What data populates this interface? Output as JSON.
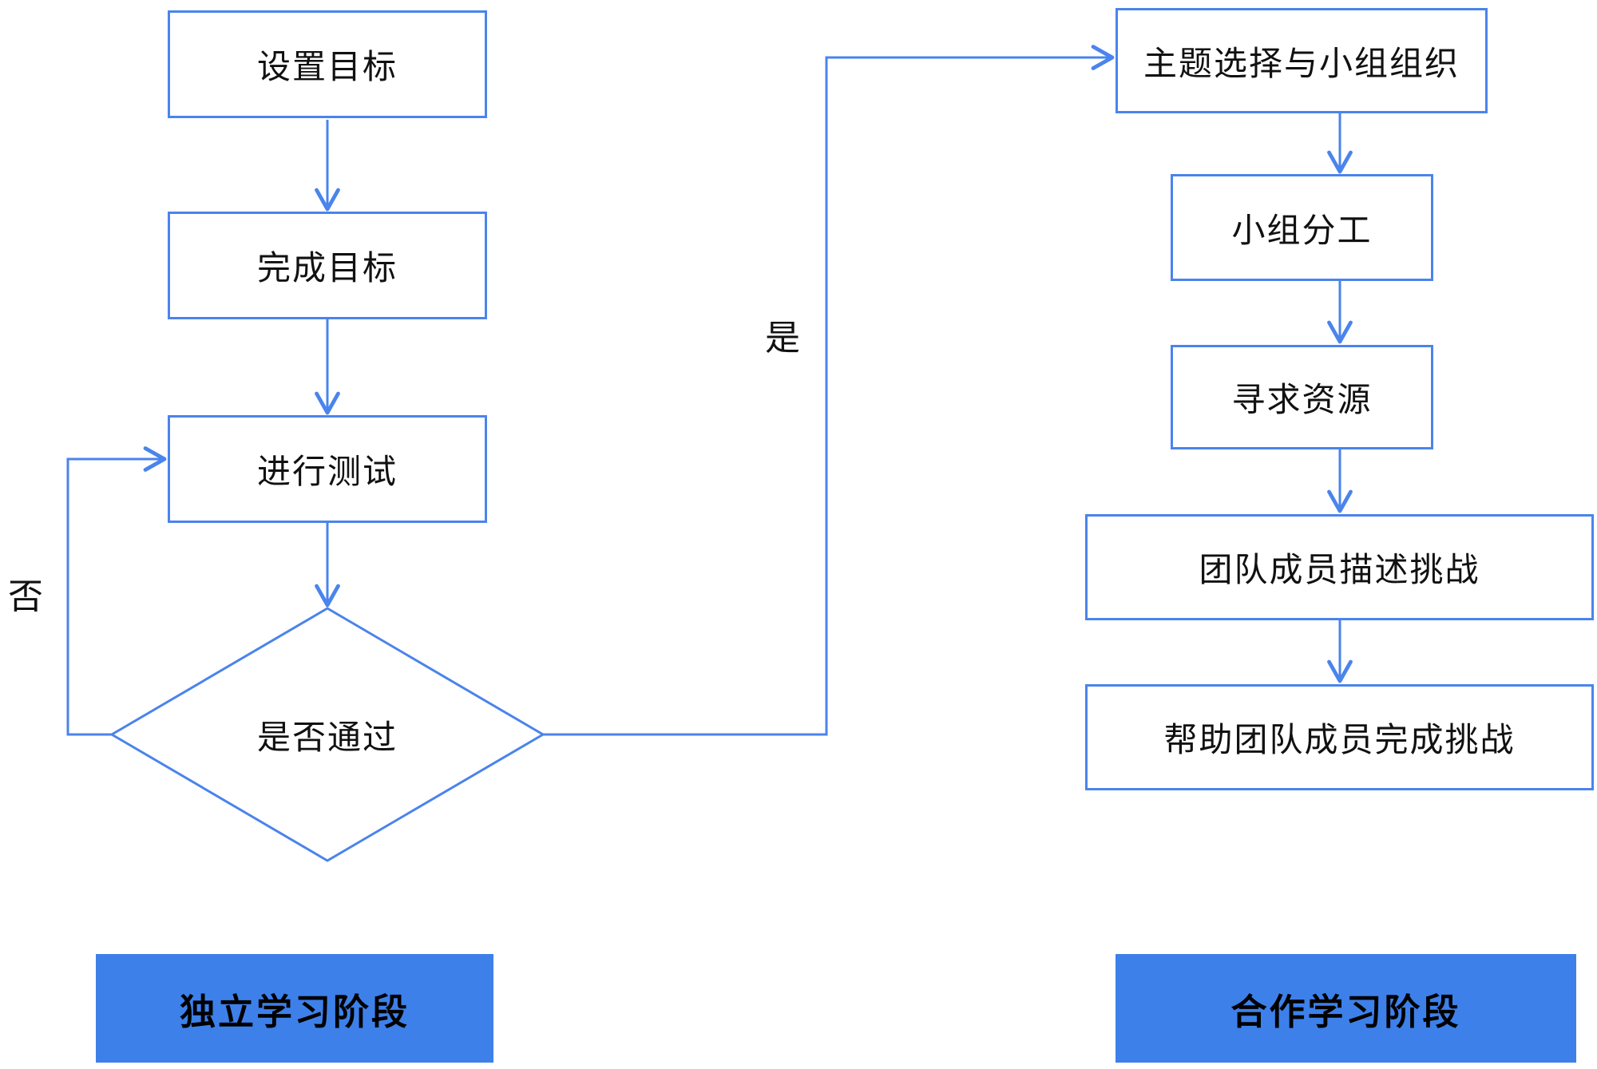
{
  "colors": {
    "line": "#4a84ec",
    "banner": "#3d80ea",
    "node_bg": "#ffffff",
    "text": "#111111"
  },
  "independent_phase": {
    "steps": [
      "设置目标",
      "完成目标",
      "进行测试"
    ],
    "decision": "是否通过",
    "decision_no": "否",
    "decision_yes": "是",
    "banner": "独立学习阶段"
  },
  "cooperative_phase": {
    "steps": [
      "主题选择与小组组织",
      "小组分工",
      "寻求资源",
      "团队成员描述挑战",
      "帮助团队成员完成挑战"
    ],
    "banner": "合作学习阶段"
  }
}
